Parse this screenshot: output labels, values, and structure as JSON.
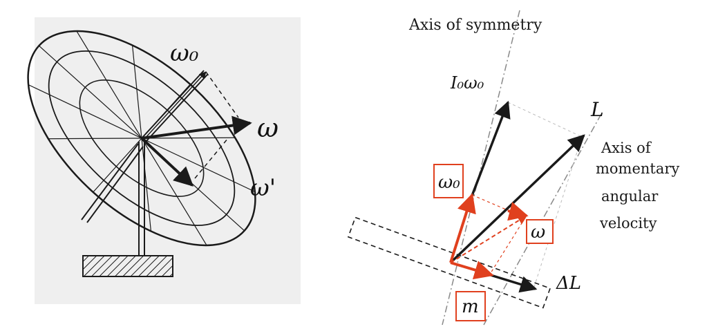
{
  "left_figure": {
    "labels": {
      "omega0": "ω₀",
      "omega": "ω",
      "omega_prime": "ω'"
    }
  },
  "right_figure": {
    "labels": {
      "axis_symmetry": "Axis of symmetry",
      "axis_momentary_1": "Axis of",
      "axis_momentary_2": "momentary",
      "axis_momentary_3": "angular",
      "axis_momentary_4": "velocity",
      "L": "L",
      "delta_L": "ΔL",
      "I0_omega0": "I₀ω₀"
    },
    "boxed_labels": {
      "omega0": "ω₀",
      "omega": "ω",
      "m": "m"
    }
  },
  "colors": {
    "ink": "#1a1a1a",
    "accent": "#e0401e",
    "background_left": "#efefef"
  }
}
